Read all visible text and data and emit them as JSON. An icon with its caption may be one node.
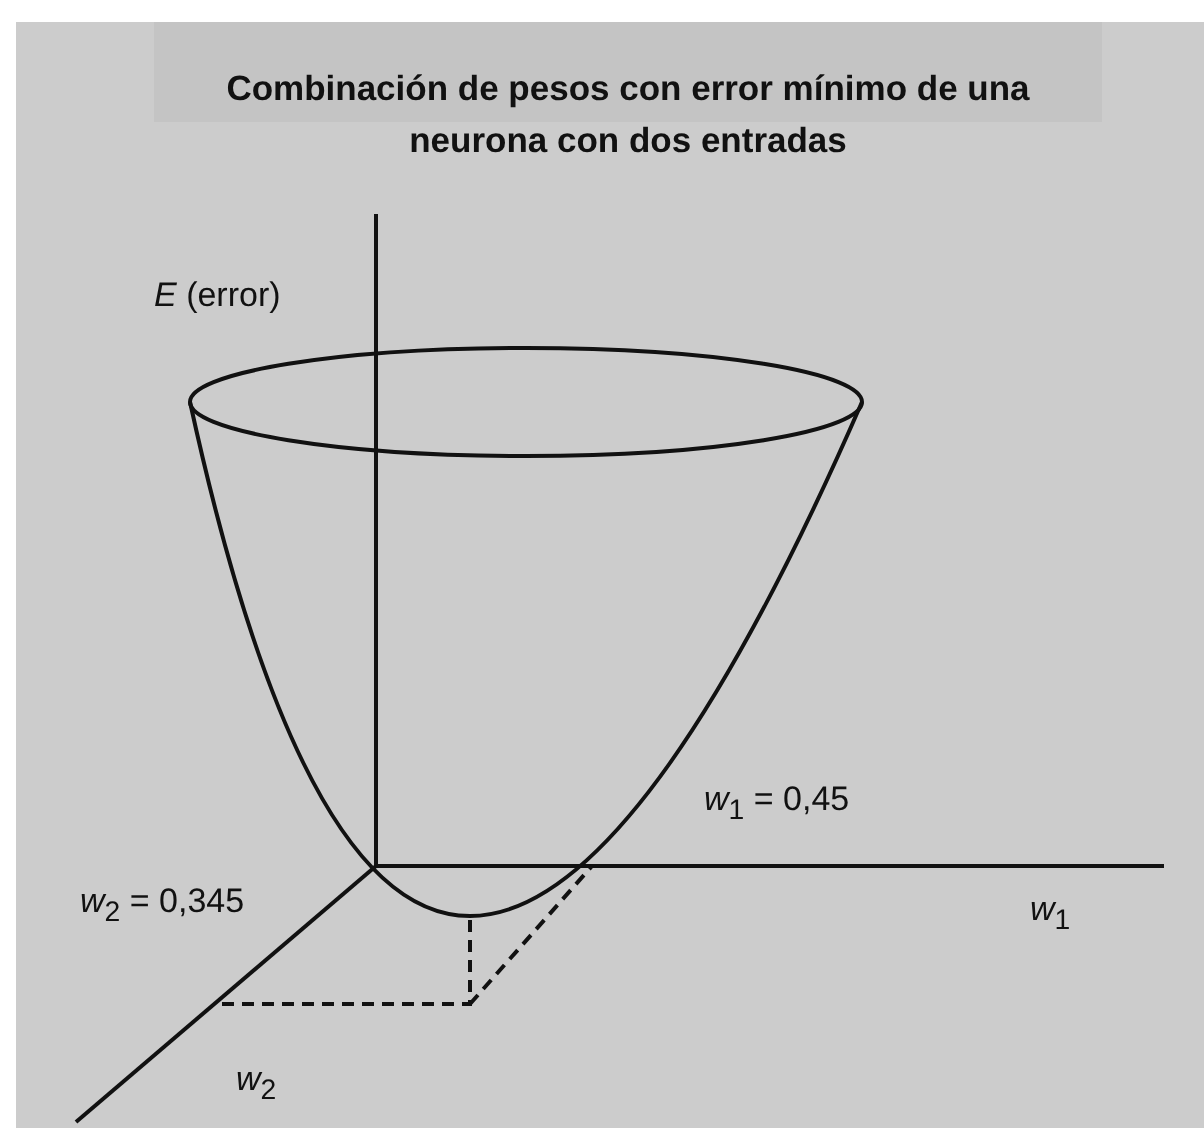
{
  "diagram": {
    "title": "Combinación de pesos con error mínimo de una neurona con dos entradas",
    "labels": [
      "*E* (error)",
      "*w*$_{1}$ = 0,45",
      "*w*$_{2}$ = 0,345",
      "*w*$_{1}$",
      "*w*$_{2}$"
    ]
  }
}
